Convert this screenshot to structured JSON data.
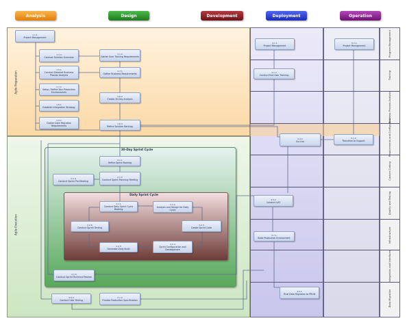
{
  "phases": [
    {
      "key": "analysis",
      "label": "Analysis",
      "color": "#f29a1e"
    },
    {
      "key": "design",
      "label": "Design",
      "color": "#2f9a2f"
    },
    {
      "key": "development",
      "label": "Development",
      "color": "#8c1d24"
    },
    {
      "key": "deployment",
      "label": "Deployment",
      "color": "#2940d8"
    },
    {
      "key": "operation",
      "label": "Operation",
      "color": "#8a1d8f"
    }
  ],
  "sections": {
    "agile_preparation": "Agile Preparation",
    "agile_execution": "Agile Execution"
  },
  "cycles": {
    "sprint_cycle": "30-Day Sprint Cycle",
    "daily_cycle": "Daily Sprint Cycle"
  },
  "lanes": [
    "Program Management",
    "Training",
    "Business Process Analysis",
    "Requirements and Configuration",
    "Custom Coding",
    "Quality and Testing",
    "Infrastructure",
    "Integration and Interfaces",
    "Data Migration"
  ],
  "boxes": {
    "b111": {
      "id": "1.1.1",
      "label": "Project Management"
    },
    "b114": {
      "id": "1.1.4",
      "label": "Conduct Solution Overview"
    },
    "b112": {
      "id": "1.1.2",
      "label": "Gather User Training Requirements"
    },
    "b151": {
      "id": "1.5.1",
      "label": "Conduct Detailed Business Process Analysis"
    },
    "b171": {
      "id": "1.7.1",
      "label": "Gather Business Requirements"
    },
    "b172": {
      "id": "1.7.2",
      "label": "Setup / Refine Non-Production Environments"
    },
    "b162": {
      "id": "1.6.2",
      "label": "Create 30-Day Analysis"
    },
    "b181": {
      "id": "1.8.1",
      "label": "Establish Integration Strategy"
    },
    "b192": {
      "id": "1.9.2",
      "label": "Gather Data Migration Requirements"
    },
    "b163": {
      "id": "1.6.3",
      "label": "Refine Solution Backlog"
    },
    "b211": {
      "id": "2.1.1",
      "label": "Refine Sprint Backlog"
    },
    "b214": {
      "id": "2.1.4",
      "label": "Conduct Sprint Pre-Meeting"
    },
    "b212": {
      "id": "2.1.2",
      "label": "Conduct Sprint Planning Meeting"
    },
    "b221": {
      "id": "2.2.1",
      "label": "Conduct Daily Sprint Cycle Meeting"
    },
    "b222": {
      "id": "2.2.2",
      "label": "Analysis and Design for Daily Cycle"
    },
    "b226": {
      "id": "2.2.6",
      "label": "Conduct Sprint Testing"
    },
    "b223": {
      "id": "2.2.3",
      "label": "Create Sprint Code"
    },
    "b225": {
      "id": "2.2.5",
      "label": "Generate Daily Build"
    },
    "b224": {
      "id": "2.2.4",
      "label": "Sprint Configuration and Development"
    },
    "b215": {
      "id": "2.1.5",
      "label": "Conduct Sprint Technical Review"
    },
    "b362": {
      "id": "3.6.2",
      "label": "Conduct User Testing"
    },
    "b312": {
      "id": "3.1.2",
      "label": "Finalize Production Specification"
    },
    "b411": {
      "id": "4.1.1",
      "label": "Project Management"
    },
    "b412": {
      "id": "4.1.2",
      "label": "Conduct End User Training"
    },
    "b442": {
      "id": "4.4.2",
      "label": "Go-Live"
    },
    "b452": {
      "id": "4.5.2",
      "label": "Conduct UAT"
    },
    "b471": {
      "id": "4.7.1",
      "label": "Build Production Environment"
    },
    "b491": {
      "id": "4.9.1",
      "label": "Final Data Migration to PROD"
    },
    "b511": {
      "id": "5.1.1",
      "label": "Project Management"
    },
    "b512": {
      "id": "5.1.2",
      "label": "Transition to Support"
    }
  },
  "colors": {
    "prep_band": "#fbe2b8",
    "exec_band": "#dbeed2",
    "deploy_band": "#d8d6f0",
    "grid_line": "#4a4a6a",
    "wire": "#5d6a92"
  }
}
